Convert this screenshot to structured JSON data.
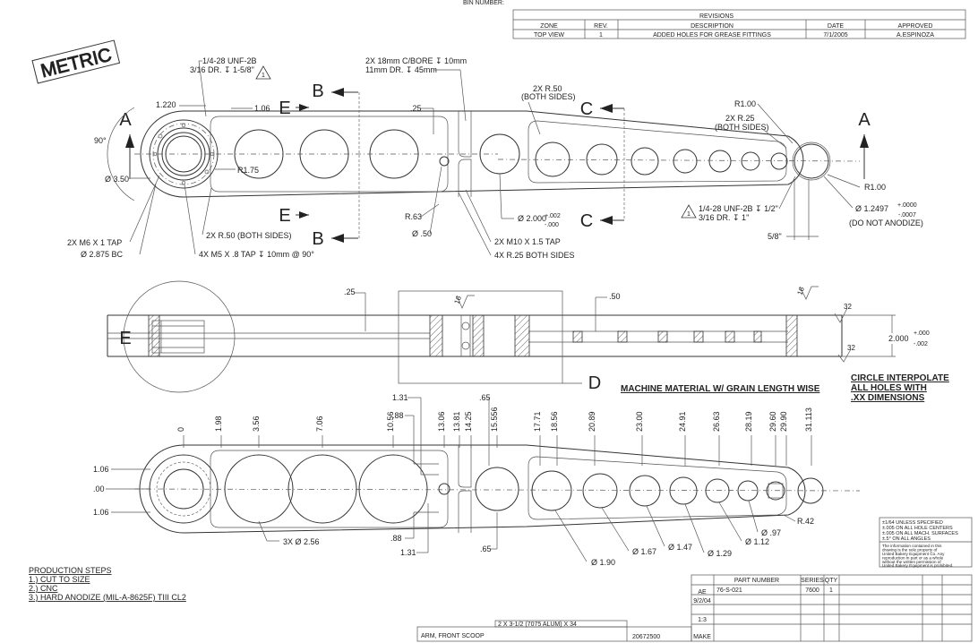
{
  "header": {
    "bin_label": "BIN NUMBER:"
  },
  "revisions": {
    "title": "REVISIONS",
    "columns": [
      "ZONE",
      "REV.",
      "DESCRIPTION",
      "DATE",
      "APPROVED"
    ],
    "rows": [
      [
        "TOP VIEW",
        "1",
        "ADDED HOLES FOR GREASE FITTINGS",
        "7/1/2005",
        "A.ESPINOZA"
      ]
    ]
  },
  "stamp": "METRIC",
  "top_view": {
    "callouts": {
      "thread_top": "1/4-28 UNF-2B",
      "thread_top2": "3/16 DR. ↧ 1-5/8\"",
      "cbore": "2X 18mm C/BORE ↧ 10mm",
      "cbore2": "11mm DR. ↧ 45mm",
      "r50_top": "2X R.50",
      "r50_top2": "(BOTH SIDES)",
      "r100_top": "R1.00",
      "r25_top": "2X R.25",
      "r25_top2": "(BOTH SIDES)",
      "dim_1220": "1.220",
      "dim_106": "1.06",
      "dim_25": ".25",
      "angle_90": "90°",
      "dia_350": "Ø 3.50",
      "r175": "R1.75",
      "r63": "R.63",
      "dia_50": "Ø .50",
      "dia_2000": "Ø 2.000",
      "dia_2000_tol_upper": "+.002",
      "dia_2000_tol_lower": "-.000",
      "r100_right": "R1.00",
      "dia_12497": "Ø 1.2497",
      "dia_12497_tol_upper": "+.0000",
      "dia_12497_tol_lower": "-.0007",
      "no_anodize": "(DO NOT ANODIZE)",
      "thread_bot": "1/4-28 UNF-2B ↧ 1/2\"",
      "thread_bot2": "3/16 DR. ↧ 1\"",
      "dim_58": "5/8\"",
      "m6_tap": "2X M6 X 1 TAP",
      "bc_2875": "Ø 2.875 BC",
      "r50_bot": "2X R.50 (BOTH SIDES)",
      "m5_tap": "4X M5 X .8 TAP ↧ 10mm @ 90°",
      "m10_tap": "2X M10 X 1.5 TAP",
      "r25_bot": "4X R.25 BOTH SIDES",
      "rev_tri": "1"
    },
    "section_labels": {
      "A": "A",
      "B": "B",
      "C": "C",
      "E": "E"
    }
  },
  "side_view": {
    "dim_25": ".25",
    "dim_50": ".50",
    "flat_16": "16",
    "flat_32": "32",
    "dim_2000": "2.000",
    "dim_2000_tol_upper": "+.000",
    "dim_2000_tol_lower": "-.002",
    "detail_D": "D",
    "detail_E": "E"
  },
  "notes": {
    "grain": "MACHINE MATERIAL W/ GRAIN LENGTH WISE",
    "circle_interp": [
      "CIRCLE INTERPOLATE",
      "ALL HOLES WITH",
      ".XX DIMENSIONS"
    ]
  },
  "ordinate_view": {
    "top_dims": [
      "0",
      "1.98",
      "3.56",
      "7.06",
      "10.56",
      "13.06",
      "13.81",
      "14.25",
      "15.556",
      "17.71",
      "18.56",
      "20.89",
      "23.00",
      "24.91",
      "26.63",
      "28.19",
      "29.60",
      "29.90",
      "31.113"
    ],
    "left_dims": [
      "1.06",
      ".00",
      "1.06"
    ],
    "misc": {
      "d131a": "1.31",
      "d88a": ".88",
      "d65a": ".65",
      "d88b": ".88",
      "d131b": "1.31",
      "d65b": ".65",
      "r42": "R.42"
    },
    "dia_callouts": [
      "3X Ø 2.56",
      "Ø 1.90",
      "Ø 1.67",
      "Ø 1.47",
      "Ø 1.29",
      "Ø 1.12",
      "Ø .97"
    ]
  },
  "tolerance_box": [
    "±1/64 UNLESS SPECIFIED",
    "±.005 ON ALL HOLE CENTERS",
    "±.005 ON ALL MACH. SURFACES",
    "±.5° ON ALL ANGLES"
  ],
  "proprietary": [
    "The information contained in this",
    "drawing is the sole property of",
    "United Bakery Equipment Co. Any",
    "reproduction in part or as a whole",
    "without the written permission of",
    "United Bakery Equipment is prohibited."
  ],
  "production_steps": {
    "title": "PRODUCTION STEPS",
    "steps": [
      "1.) CUT TO SIZE",
      "2.) CNC",
      "3.) HARD ANODIZE (MIL-A-8625F) TIII CL2"
    ]
  },
  "title_block": {
    "part_number_label": "PART NUMBER",
    "series_label": "SERIES",
    "qty_label": "QTY",
    "part_number": "76-S-021",
    "series": "7600",
    "qty": "1",
    "drawn_by": "AE",
    "date": "9/2/04",
    "scale": "1:3",
    "material": "2 X 3-1/2 (7075 ALUM) X 34",
    "title": "ARM, FRONT SCOOP",
    "drawing_number": "20672500",
    "make": "MAKE"
  }
}
